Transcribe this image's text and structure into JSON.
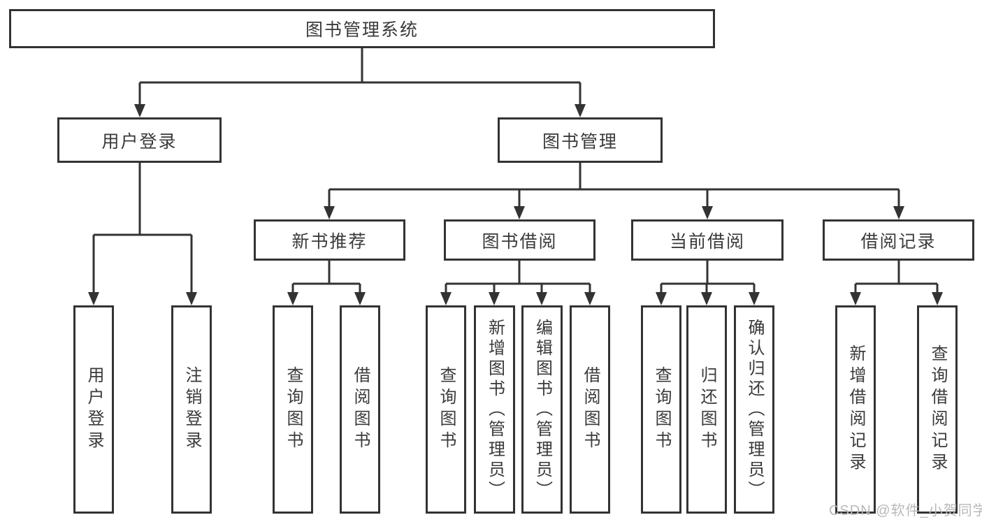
{
  "diagram_colors": {
    "line": "#333333",
    "box_border": "#333333",
    "box_fill": "#ffffff",
    "text": "#3a3a3a",
    "watermark": "#b9b9b9"
  },
  "tree": {
    "label": "图书管理系统",
    "children": [
      {
        "label": "用户登录",
        "children": [
          {
            "label": "用户登录"
          },
          {
            "label": "注销登录"
          }
        ]
      },
      {
        "label": "图书管理",
        "children": [
          {
            "label": "新书推荐",
            "children": [
              {
                "label": "查询图书"
              },
              {
                "label": "借阅图书"
              }
            ]
          },
          {
            "label": "图书借阅",
            "children": [
              {
                "label": "查询图书"
              },
              {
                "label": "新增图书（管理员）"
              },
              {
                "label": "编辑图书（管理员）"
              },
              {
                "label": "借阅图书"
              }
            ]
          },
          {
            "label": "当前借阅",
            "children": [
              {
                "label": "查询图书"
              },
              {
                "label": "归还图书"
              },
              {
                "label": "确认归还（管理员）"
              }
            ]
          },
          {
            "label": "借阅记录",
            "children": [
              {
                "label": "新增借阅记录"
              },
              {
                "label": "查询借阅记录"
              }
            ]
          }
        ]
      }
    ]
  },
  "watermark": {
    "text": "CSDN @软件_小贺同学"
  }
}
